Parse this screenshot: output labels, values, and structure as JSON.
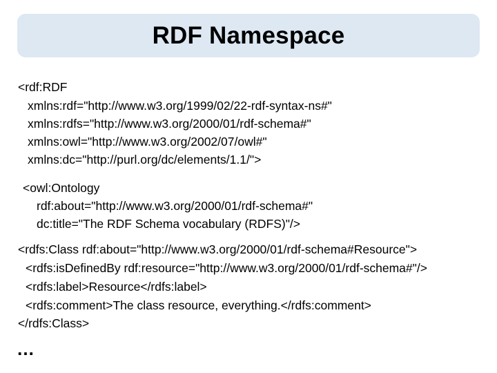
{
  "title": "RDF Namespace",
  "rdf_block": [
    "<rdf:RDF",
    "xmlns:rdf=\"http://www.w3.org/1999/02/22-rdf-syntax-ns#\"",
    "xmlns:rdfs=\"http://www.w3.org/2000/01/rdf-schema#\"",
    "xmlns:owl=\"http://www.w3.org/2002/07/owl#\"",
    "xmlns:dc=\"http://purl.org/dc/elements/1.1/\">"
  ],
  "ontology_block": [
    "<owl:Ontology",
    "rdf:about=\"http://www.w3.org/2000/01/rdf-schema#\"",
    "dc:title=\"The RDF Schema vocabulary (RDFS)\"/>"
  ],
  "class_block": [
    "<rdfs:Class rdf:about=\"http://www.w3.org/2000/01/rdf-schema#Resource\">",
    "<rdfs:isDefinedBy rdf:resource=\"http://www.w3.org/2000/01/rdf-schema#\"/>",
    "<rdfs:label>Resource</rdfs:label>",
    "<rdfs:comment>The class resource, everything.</rdfs:comment>",
    "</rdfs:Class>"
  ],
  "ellipsis": "…"
}
